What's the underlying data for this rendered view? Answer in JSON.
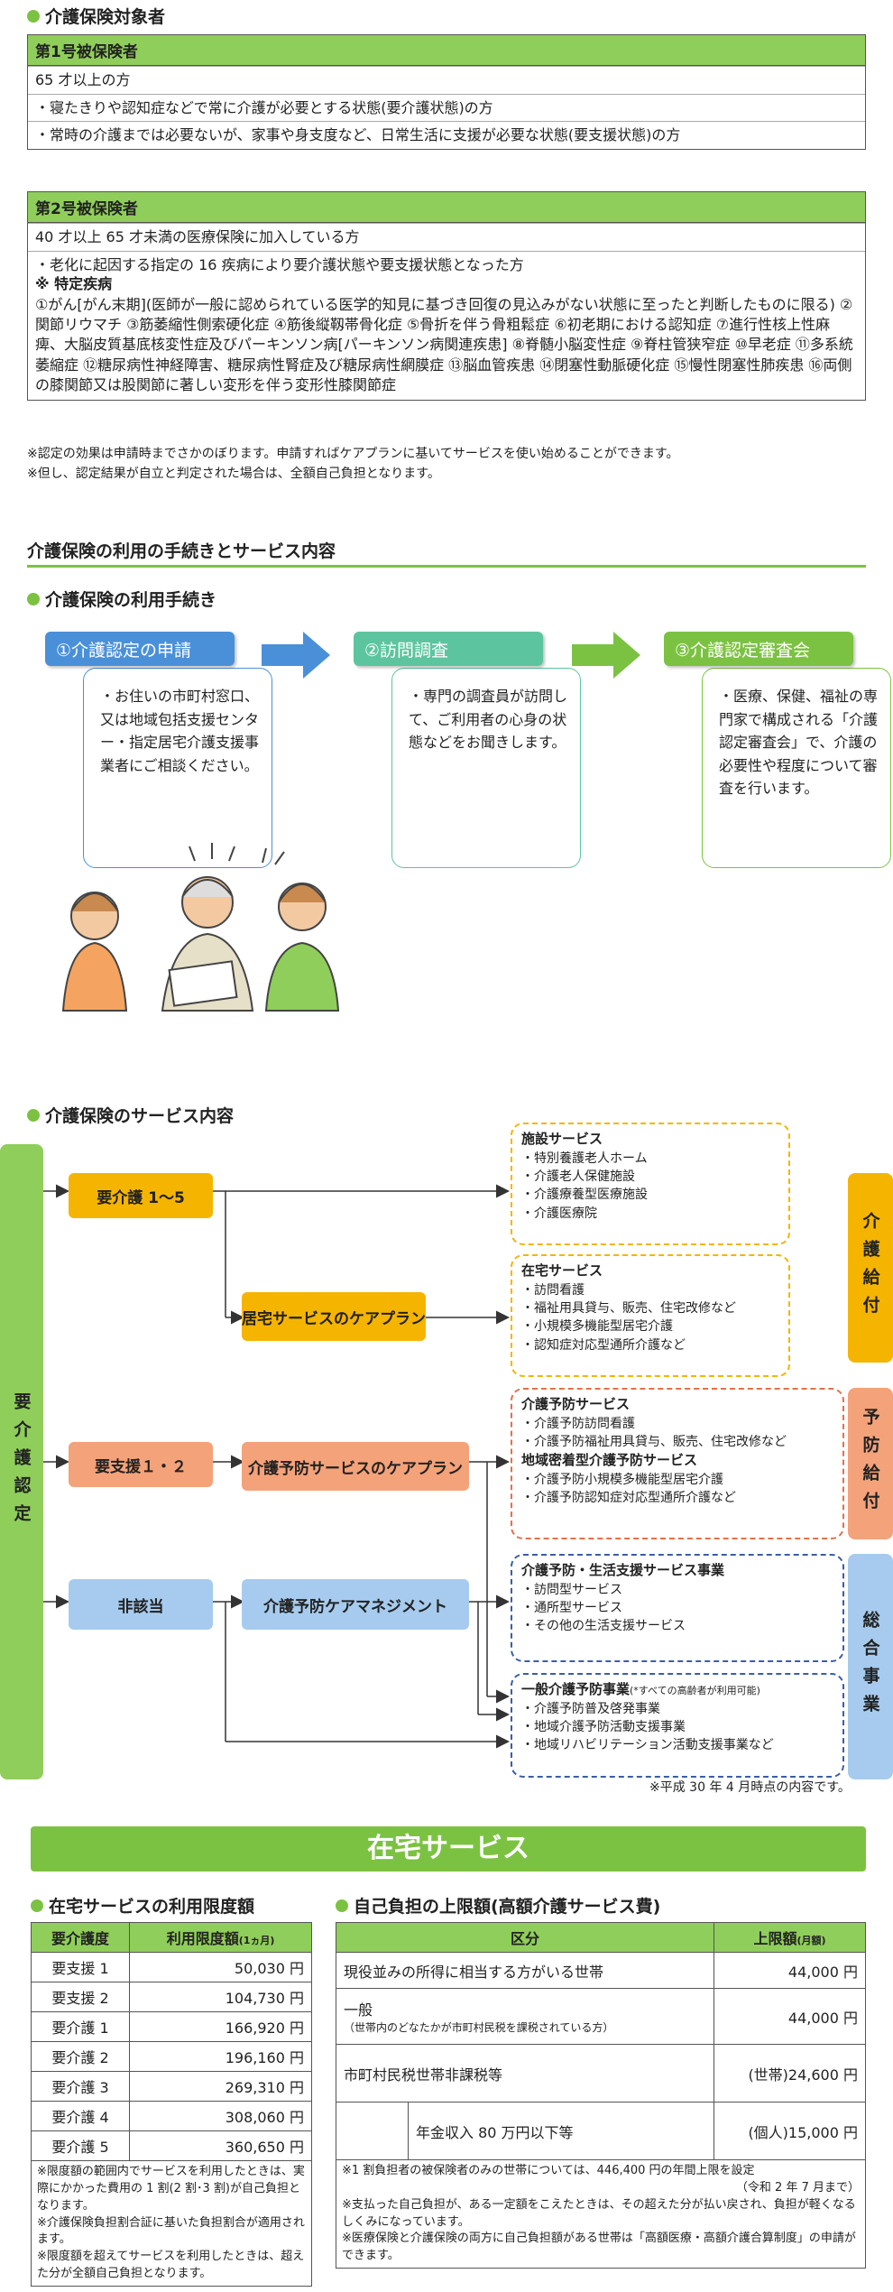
{
  "sec1": {
    "title": "介護保険対象者",
    "box1": {
      "head": "第1号被保険者",
      "rows": [
        "65 才以上の方",
        "・寝たきりや認知症などで常に介護が必要とする状態(要介護状態)の方",
        "・常時の介護までは必要ないが、家事や身支度など、日常生活に支援が必要な状態(要支援状態)の方"
      ]
    },
    "box2": {
      "head": "第2号被保険者",
      "rows": [
        "40 才以上 65 才未満の医療保険に加入している方",
        "・老化に起因する指定の 16 疾病により要介護状態や要支援状態となった方"
      ],
      "disease_head": "※ 特定疾病",
      "diseases": "①がん[がん末期](医師が一般に認められている医学的知見に基づき回復の見込みがない状態に至ったと判断したものに限る) ②関節リウマチ ③筋萎縮性側索硬化症 ④筋後縦靱帯骨化症 ⑤骨折を伴う骨粗鬆症 ⑥初老期における認知症 ⑦進行性核上性麻痺、大脳皮質基底核変性症及びパーキンソン病[パーキンソン病関連疾患] ⑧脊髄小脳変性症 ⑨脊柱管狭窄症 ⑩早老症 ⑪多系統萎縮症 ⑫糖尿病性神経障害、糖尿病性腎症及び糖尿病性網膜症 ⑬脳血管疾患 ⑭閉塞性動脈硬化症 ⑮慢性閉塞性肺疾患 ⑯両側の膝関節又は股関節に著しい変形を伴う変形性膝関節症"
    },
    "notes": [
      "※認定の効果は申請時までさかのぼります。申請すればケアプランに基いてサービスを使い始めることができます。",
      "※但し、認定結果が自立と判定された場合は、全額自己負担となります。"
    ]
  },
  "sec2": {
    "title": "介護保険の利用の手続きとサービス内容",
    "sub": "介護保険の利用手続き",
    "steps": [
      {
        "head": "①介護認定の申請",
        "body": "・お住いの市町村窓口、又は地域包括支援センター・指定居宅介護支援事業者にご相談ください。",
        "color": "#4a90d9"
      },
      {
        "head": "②訪問調査",
        "body": "・専門の調査員が訪問して、ご利用者の心身の状態などをお聞きします。",
        "color": "#5cc5a0"
      },
      {
        "head": "③介護認定審査会",
        "body": "・医療、保健、福祉の専門家で構成される「介護認定審査会」で、介護の必要性や程度について審査を行います。",
        "color": "#7cc242"
      }
    ]
  },
  "sec3": {
    "title": "介護保険のサービス内容",
    "left_label": "要介護認定",
    "n1": "要介護 1〜5",
    "n2": "居宅サービスのケアプラン",
    "n3": "要支援１・２",
    "n4": "介護予防サービスのケアプラン",
    "n5": "非該当",
    "n6": "介護予防ケアマネジメント",
    "b1": {
      "title": "施設サービス",
      "items": [
        "・特別養護老人ホーム",
        "・介護老人保健施設",
        "・介護療養型医療施設",
        "・介護医療院"
      ]
    },
    "b2": {
      "title": "在宅サービス",
      "items": [
        "・訪問看護",
        "・福祉用具貸与、販売、住宅改修など",
        "・小規模多機能型居宅介護",
        "・認知症対応型通所介護など"
      ]
    },
    "b3": {
      "title": "介護予防サービス",
      "items": [
        "・介護予防訪問看護",
        "・介護予防福祉用具貸与、販売、住宅改修など"
      ],
      "title2": "地域密着型介護予防サービス",
      "items2": [
        "・介護予防小規模多機能型居宅介護",
        "・介護予防認知症対応型通所介護など"
      ]
    },
    "b4": {
      "title": "介護予防・生活支援サービス事業",
      "items": [
        "・訪問型サービス",
        "・通所型サービス",
        "・その他の生活支援サービス"
      ]
    },
    "b5": {
      "title": "一般介護予防事業",
      "title_note": "(*すべての高齢者が利用可能)",
      "items": [
        "・介護予防普及啓発事業",
        "・地域介護予防活動支援事業",
        "・地域リハビリテーション活動支援事業など"
      ]
    },
    "r1": "介護給付",
    "r2": "予防給付",
    "r3": "総合事業",
    "footnote": "※平成 30 年 4 月時点の内容です。"
  },
  "banner": "在宅サービス",
  "limit": {
    "title": "在宅サービスの利用限度額",
    "h1": "要介護度",
    "h2": "利用限度額",
    "h2_unit": "(1ヵ月)",
    "rows": [
      [
        "要支援 1",
        "50,030 円"
      ],
      [
        "要支援 2",
        "104,730 円"
      ],
      [
        "要介護 1",
        "166,920 円"
      ],
      [
        "要介護 2",
        "196,160 円"
      ],
      [
        "要介護 3",
        "269,310 円"
      ],
      [
        "要介護 4",
        "308,060 円"
      ],
      [
        "要介護 5",
        "360,650 円"
      ]
    ],
    "notes": [
      "※限度額の範囲内でサービスを利用したときは、実際にかかった費用の 1 割(2 割･3 割)が自己負担となります。",
      "※介護保険負担割合証に基いた負担割合が適用されます。",
      "※限度額を超えてサービスを利用したときは、超えた分が全額自己負担となります。"
    ]
  },
  "cap": {
    "title": "自己負担の上限額(高額介護サービス費)",
    "h1": "区分",
    "h2": "上限額",
    "h2_unit": "(月額)",
    "r1": [
      "現役並みの所得に相当する方がいる世帯",
      "44,000 円"
    ],
    "r2": [
      "一般",
      "（世帯内のどなたかが市町村民税を課税されている方）",
      "44,000 円"
    ],
    "r3": [
      "市町村民税世帯非課税等",
      "(世帯)24,600 円"
    ],
    "r4": [
      "年金収入 80 万円以下等",
      "(個人)15,000 円"
    ],
    "notes": [
      "※1 割負担者の被保険者のみの世帯については、446,400 円の年間上限を設定",
      "（令和 2 年 7 月まで）",
      "※支払った自己負担が、ある一定額をこえたときは、その超えた分が払い戻され、負担が軽くなるしくみになっています。",
      "※医療保険と介護保険の両方に自己負担額がある世帯は「高額医療・高額介護合算制度」の申請ができます。"
    ]
  }
}
